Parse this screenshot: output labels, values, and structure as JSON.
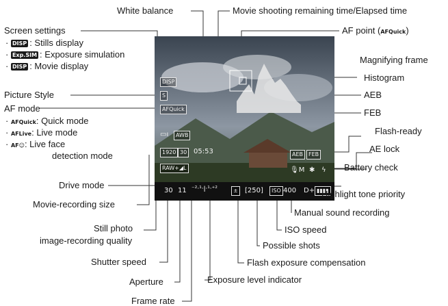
{
  "top_labels": {
    "white_balance": "White balance",
    "movie_time": "Movie shooting remaining time/Elapsed time"
  },
  "left_labels": {
    "screen_settings": "Screen settings",
    "screen_options": [
      {
        "icon": "DISP",
        "text": ": Stills display"
      },
      {
        "icon": "Exp.SIM",
        "text": ": Exposure simulation"
      },
      {
        "icon": "DISP",
        "text": ": Movie display"
      }
    ],
    "picture_style": "Picture Style",
    "af_mode": "AF mode",
    "af_options": [
      {
        "icon": "AFQuick",
        "text": ": Quick mode"
      },
      {
        "icon": "AFLive",
        "text": ": Live mode"
      },
      {
        "icon": "AF☺",
        "text": ": Live face"
      }
    ],
    "af_face_cont": "detection mode",
    "drive_mode": "Drive mode",
    "movie_size": "Movie-recording size",
    "still_quality_1": "Still photo",
    "still_quality_2": "image-recording quality",
    "shutter_speed": "Shutter speed",
    "aperture": "Aperture",
    "frame_rate": "Frame rate"
  },
  "right_labels": {
    "af_point": "AF point (",
    "af_point_icon": "AFQuick",
    "af_point_end": ")",
    "magnifying_frame": "Magnifying frame",
    "histogram": "Histogram",
    "aeb": "AEB",
    "feb": "FEB",
    "flash_ready": "Flash-ready",
    "ae_lock": "AE lock",
    "battery_check": "Battery check",
    "highlight_tone": "Highlight tone priority",
    "manual_sound": "Manual sound recording",
    "iso_speed": "ISO speed",
    "possible_shots": "Possible shots",
    "flash_exp_comp": "Flash exposure compensation",
    "exposure_level": "Exposure level indicator"
  },
  "screen": {
    "disp": "DISP",
    "picture_style": "S",
    "af_quick": "AFQuick",
    "awb": "AWB",
    "movie_size": "1920",
    "frame_rate": "30",
    "time": "05:53",
    "quality": "RAW+◢L",
    "shutter": "30",
    "aperture": "11",
    "exposure_scale": "⁻²·¹·ǀ·¹·⁺²",
    "flash_comp_icon": "±",
    "shots": "[250]",
    "iso_icon": "ISO",
    "iso_value": "400",
    "aeb": "AEB",
    "feb": "FEB",
    "mic": "🎙M",
    "ae_lock": "✱",
    "flash": "ϟ",
    "highlight": "D+",
    "battery": "▮▮▮▮"
  }
}
